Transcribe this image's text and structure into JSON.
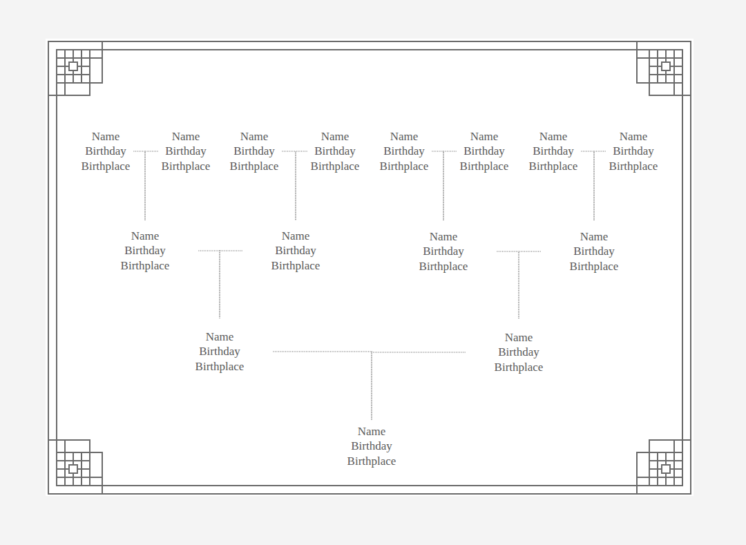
{
  "diagram": {
    "nodes": [
      {
        "text": [
          "Name",
          "Birthday",
          "Birthplace"
        ]
      },
      {
        "text": [
          "Name",
          "Birthday",
          "Birthplace"
        ]
      },
      {
        "text": [
          "Name",
          "Birthday",
          "Birthplace"
        ]
      },
      {
        "text": [
          "Name",
          "Birthday",
          "Birthplace"
        ]
      },
      {
        "text": [
          "Name",
          "Birthday",
          "Birthplace"
        ]
      },
      {
        "text": [
          "Name",
          "Birthday",
          "Birthplace"
        ]
      },
      {
        "text": [
          "Name",
          "Birthday",
          "Birthplace"
        ]
      },
      {
        "text": [
          "Name",
          "Birthday",
          "Birthplace"
        ]
      },
      {
        "text": [
          "Name",
          "Birthday",
          "Birthplace"
        ]
      },
      {
        "text": [
          "Name",
          "Birthday",
          "Birthplace"
        ]
      },
      {
        "text": [
          "Name",
          "Birthday",
          "Birthplace"
        ]
      },
      {
        "text": [
          "Name",
          "Birthday",
          "Birthplace"
        ]
      },
      {
        "text": [
          "Name",
          "Birthday",
          "Birthplace"
        ]
      },
      {
        "text": [
          "Name",
          "Birthday",
          "Birthplace"
        ]
      },
      {
        "text": [
          "Name",
          "Birthday",
          "Birthplace"
        ]
      }
    ],
    "edges": [
      {
        "from": 0,
        "to": 8,
        "arrow": "none"
      },
      {
        "from": 1,
        "to": 8,
        "arrow": "none"
      },
      {
        "from": 2,
        "to": 9,
        "arrow": "none"
      },
      {
        "from": 3,
        "to": 9,
        "arrow": "none"
      },
      {
        "from": 4,
        "to": 10,
        "arrow": "none"
      },
      {
        "from": 5,
        "to": 10,
        "arrow": "none"
      },
      {
        "from": 6,
        "to": 11,
        "arrow": "none"
      },
      {
        "from": 7,
        "to": 11,
        "arrow": "none"
      },
      {
        "from": 8,
        "to": 12,
        "arrow": "none"
      },
      {
        "from": 9,
        "to": 12,
        "arrow": "none"
      },
      {
        "from": 10,
        "to": 13,
        "arrow": "none"
      },
      {
        "from": 11,
        "to": 13,
        "arrow": "none"
      },
      {
        "from": 12,
        "to": 14,
        "arrow": "none"
      },
      {
        "from": 13,
        "to": 14,
        "arrow": "none"
      }
    ]
  }
}
